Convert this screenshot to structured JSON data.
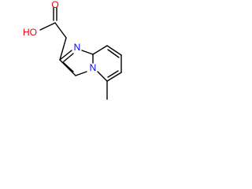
{
  "molecule": {
    "labels": {
      "oxygen": "O",
      "hydroxyl": "HO",
      "imine_nitrogen": "N",
      "bridgehead_nitrogen": "N"
    },
    "colors": {
      "bond": "#000000",
      "oxygen": "#e8000b",
      "nitrogen": "#0000ff",
      "background": "#ffffff"
    }
  }
}
